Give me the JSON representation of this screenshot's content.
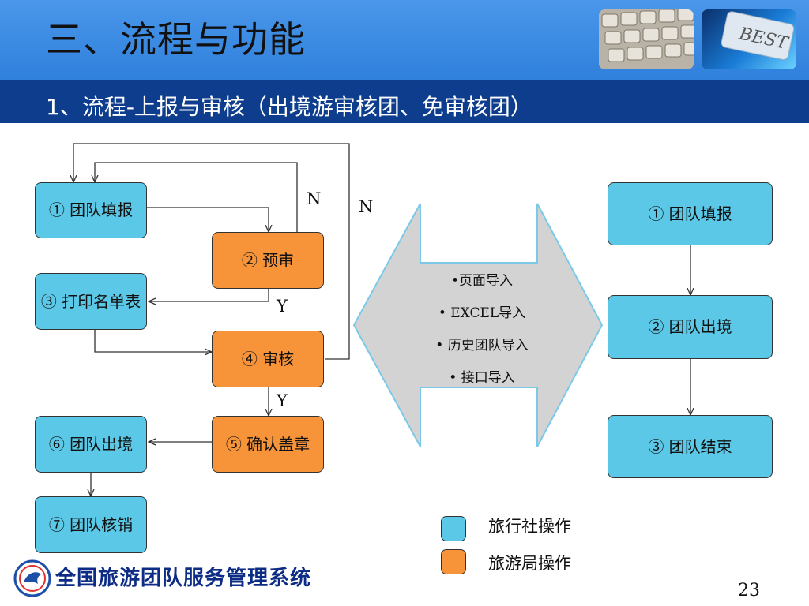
{
  "header": {
    "title": "三、流程与功能",
    "subtitle": "1、流程-上报与审核（出境游审核团、免审核团）",
    "photo_left_icon": "keyboard-photo",
    "photo_right_icon": "best-key-photo",
    "photo_right_text": "BEST"
  },
  "left_flow": {
    "node1": "① 团队填报",
    "node2": "② 预审",
    "node3": "③ 打印名单表",
    "node4": "④ 审核",
    "node5": "⑤ 确认盖章",
    "node6": "⑥ 团队出境",
    "node7": "⑦ 团队核销",
    "label_n1": "N",
    "label_n2": "N",
    "label_y1": "Y",
    "label_y2": "Y"
  },
  "center": {
    "items": [
      "•页面导入",
      "• EXCEL导入",
      "• 历史团队导入",
      "• 接口导入"
    ]
  },
  "right_flow": {
    "node1": "① 团队填报",
    "node2": "② 团队出境",
    "node3": "③ 团队结束"
  },
  "legend": {
    "agency": "旅行社操作",
    "bureau": "旅游局操作"
  },
  "colors": {
    "cyan": "#5ac8e6",
    "orange": "#f7943a",
    "header_blue": "#3a8ee6",
    "subheader_navy": "#0d3d8c"
  },
  "footer": {
    "system_name": "全国旅游团队服务管理系统",
    "logo_icon": "tourism-logo-icon",
    "page_number": "23"
  }
}
